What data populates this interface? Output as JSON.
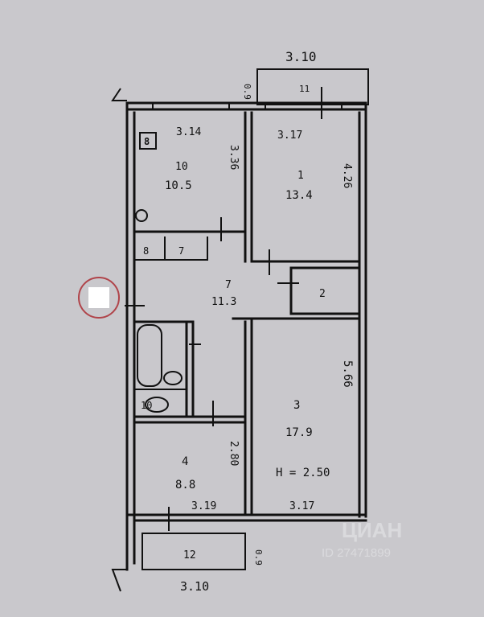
{
  "plan": {
    "dims": {
      "top_balcony_width": "3.10",
      "top_balcony_side": "0.9",
      "room10_width": "3.14",
      "room10_height": "3.36",
      "room1_width": "3.17",
      "room1_height": "4.26",
      "room3_height": "5.66",
      "room4_height": "2.80",
      "room4_width": "3.19",
      "room3_width": "3.17",
      "bottom_balcony_width": "3.10",
      "bottom_balcony_side": "0.9"
    },
    "rooms": {
      "balcony_top": {
        "num": "11"
      },
      "kitchen": {
        "num": "10",
        "area": "10.5"
      },
      "room1": {
        "num": "1",
        "area": "13.4"
      },
      "pantry8": {
        "num": "8"
      },
      "corridor6": {
        "num": "7"
      },
      "hall": {
        "num": "7",
        "area": "11.3"
      },
      "closet": {
        "num": "2"
      },
      "wc": {
        "num": "10"
      },
      "room3": {
        "num": "3",
        "area": "17.9",
        "height_note": "H = 2.50"
      },
      "room4": {
        "num": "4",
        "area": "8.8"
      },
      "balcony_bottom": {
        "num": "12"
      }
    },
    "stove_symbol": "8",
    "watermark": {
      "brand": "ЦИАН",
      "id_text": "ID 27471899"
    }
  },
  "colors": {
    "paper": "#c9c8cc",
    "ink": "#111111",
    "marker_ring": "#b0444a",
    "marker_fill": "#ffffff"
  }
}
